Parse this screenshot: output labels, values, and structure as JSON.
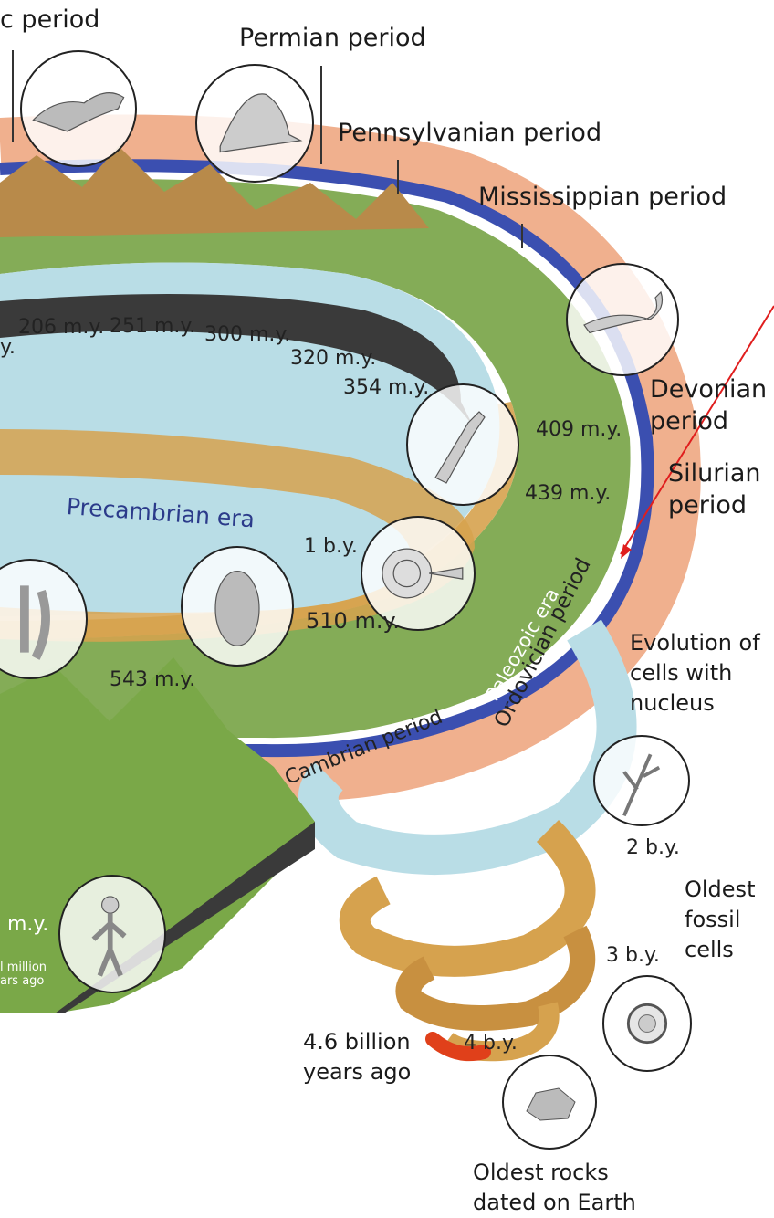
{
  "labels": {
    "jurassic_period": "c period",
    "permian_period": "Permian period",
    "pennsylvanian_period": "Pennsylvanian period",
    "mississippian_period": "Mississippian period",
    "devonian_period": "Devonian\nperiod",
    "silurian_period": "Silurian\nperiod",
    "ordovician_period": "Ordovician period",
    "cambrian_period": "Cambrian period",
    "paleozoic_era": "Paleozoic era",
    "precambrian_era": "Precambrian era",
    "evolution_cells": "Evolution of\ncells with\nnucleus",
    "oldest_fossil": "Oldest\nfossil\ncells",
    "oldest_rocks": "Oldest rocks\ndated on Earth",
    "start": "4.6 billion\nyears ago",
    "million_years_ago": "l million\nars ago"
  },
  "ages": {
    "y_partial": "y.",
    "a206": "206 m.y.",
    "a251": "251 m.y.",
    "a300": "300 m.y.",
    "a320": "320 m.y.",
    "a354": "354 m.y.",
    "a409": "409 m.y.",
    "a439": "439 m.y.",
    "a1by": "1 b.y.",
    "a510": "510 m.y.",
    "a543": "543 m.y.",
    "a2by": "2 b.y.",
    "a3by": "3 b.y.",
    "a4by": "4 b.y.",
    "my_partial": "m.y."
  },
  "colors": {
    "period_band": "#f0b08e",
    "era_band": "#3b4fb0",
    "ocean": "#b9dde6",
    "land": "#6f9e3a",
    "rock": "#d6a24e",
    "arrow": "#e01e1e",
    "start_glow": "#e0401a"
  }
}
